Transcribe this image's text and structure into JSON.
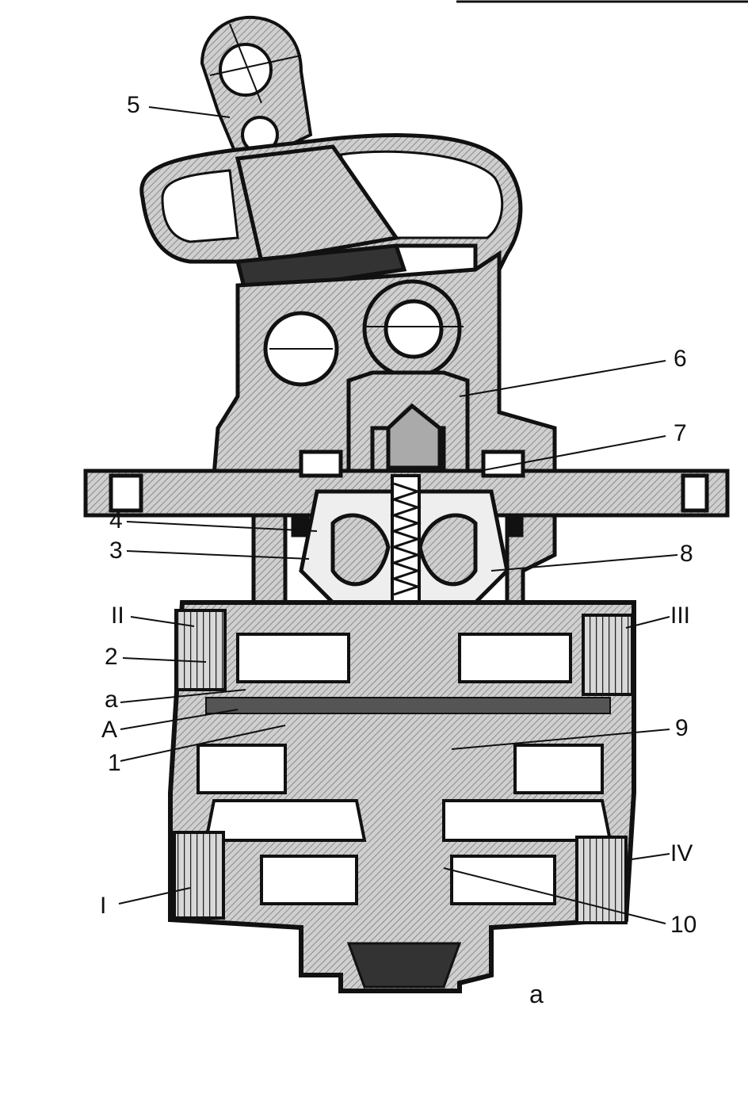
{
  "figure": {
    "caption": "a",
    "callouts": {
      "n5": "5",
      "n6": "6",
      "n7": "7",
      "n4": "4",
      "n3": "3",
      "n8": "8",
      "rII": "II",
      "rIII": "III",
      "n2": "2",
      "la": "a",
      "lA": "A",
      "n1": "1",
      "n9": "9",
      "rIV": "IV",
      "rI": "I",
      "n10": "10"
    }
  },
  "colors": {
    "ink": "#111111",
    "paper": "#ffffff",
    "shade": "#bdbdbd",
    "dark": "#2a2a2a"
  }
}
